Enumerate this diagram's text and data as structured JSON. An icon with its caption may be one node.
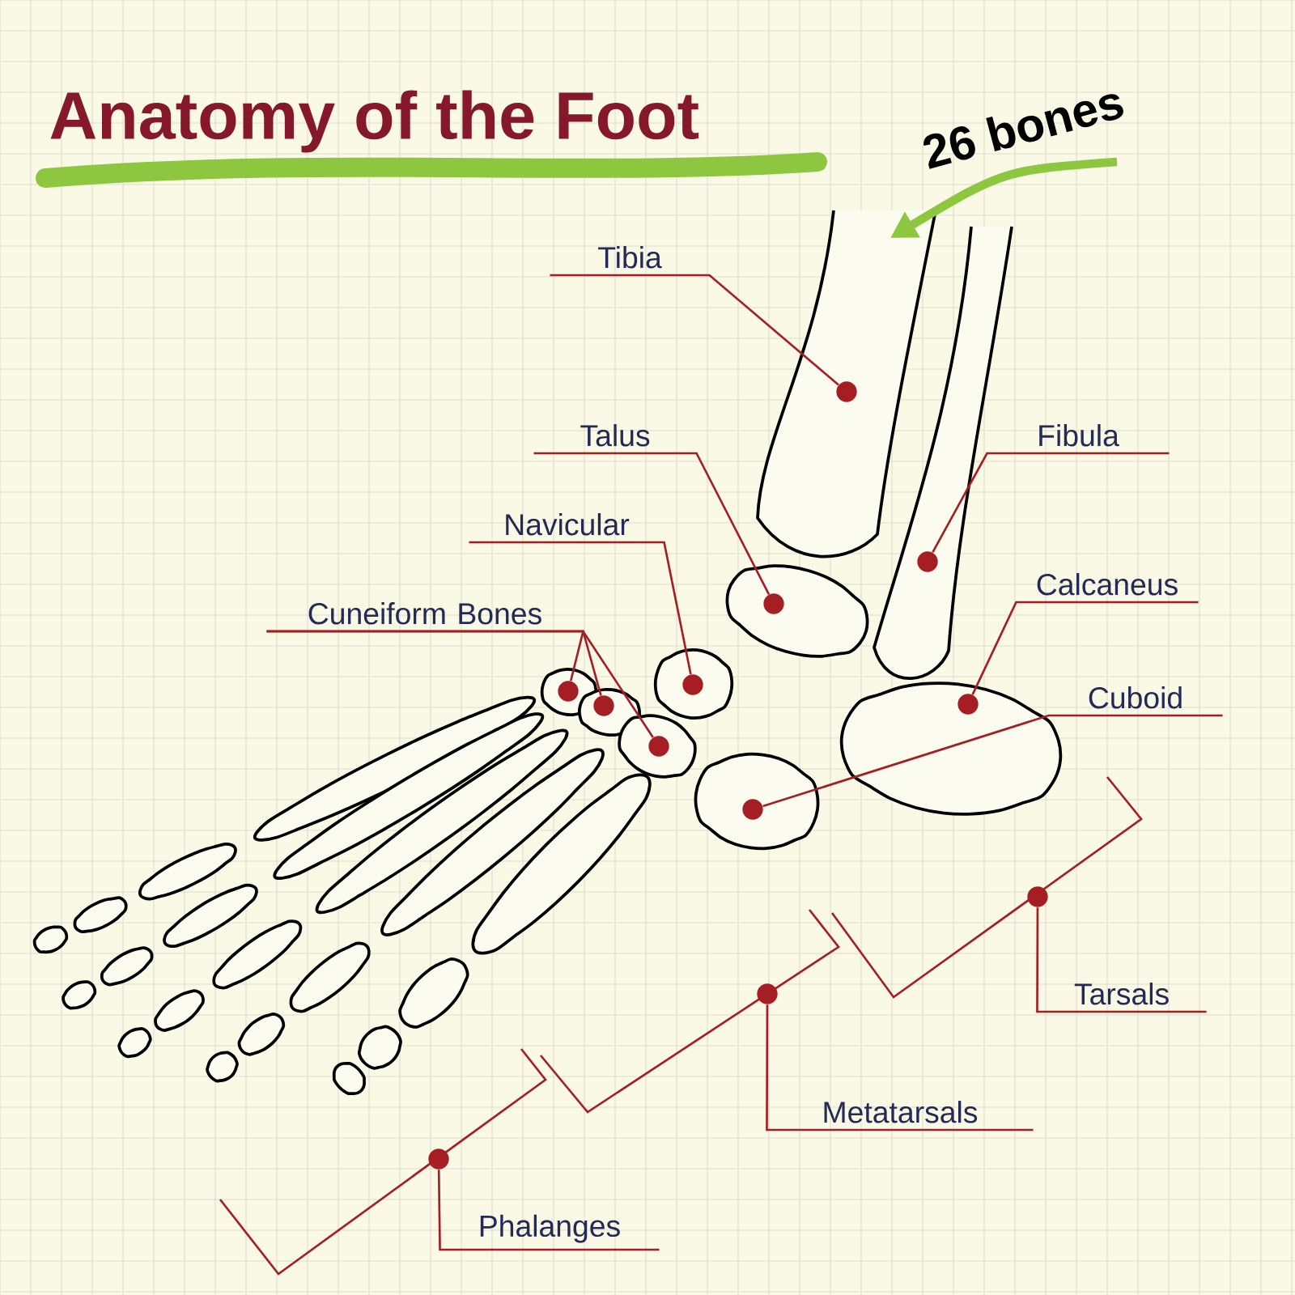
{
  "diagram": {
    "title": "Anatomy of the Foot",
    "nodes": [
      {
        "text": [
          "Tibia"
        ]
      },
      {
        "text": [
          "Talus"
        ]
      },
      {
        "text": [
          "Fibula"
        ]
      },
      {
        "text": [
          "Navicular"
        ]
      },
      {
        "text": [
          "Calcaneus"
        ]
      },
      {
        "text": [
          "Cuneiform Bones"
        ]
      },
      {
        "text": [
          "Cuboid"
        ]
      },
      {
        "text": [
          "Tarsals"
        ]
      },
      {
        "text": [
          "Metatarsals"
        ]
      },
      {
        "text": [
          "Phalanges"
        ]
      },
      {
        "text": [],
        "shape": "circle"
      },
      {
        "text": [],
        "shape": "circle"
      },
      {
        "text": [],
        "shape": "circle"
      },
      {
        "text": [],
        "shape": "circle"
      },
      {
        "text": [],
        "shape": "circle"
      },
      {
        "text": [],
        "shape": "circle"
      },
      {
        "text": [],
        "shape": "circle"
      },
      {
        "text": [],
        "shape": "circle"
      },
      {
        "text": [],
        "shape": "circle"
      },
      {
        "text": [],
        "shape": "circle"
      },
      {
        "text": [],
        "shape": "circle"
      },
      {
        "text": [],
        "shape": "circle"
      }
    ],
    "edges": [
      {
        "from": 0,
        "to": 18,
        "arrow": "none"
      },
      {
        "from": 1,
        "to": 17,
        "arrow": "none"
      },
      {
        "from": 2,
        "to": 19,
        "arrow": "none"
      },
      {
        "from": 3,
        "to": 14,
        "arrow": "none"
      },
      {
        "from": 4,
        "to": 20,
        "arrow": "none"
      },
      {
        "from": 5,
        "to": 11,
        "arrow": "none"
      },
      {
        "from": 5,
        "to": 12,
        "arrow": "none"
      },
      {
        "from": 5,
        "to": 13,
        "arrow": "none"
      },
      {
        "from": 6,
        "to": 15,
        "arrow": "none"
      },
      {
        "from": 7,
        "to": 21,
        "arrow": "none"
      },
      {
        "from": 8,
        "to": 16,
        "arrow": "none"
      },
      {
        "from": 9,
        "to": 10,
        "arrow": "none"
      }
    ],
    "labels": [
      "26 bones"
    ]
  }
}
